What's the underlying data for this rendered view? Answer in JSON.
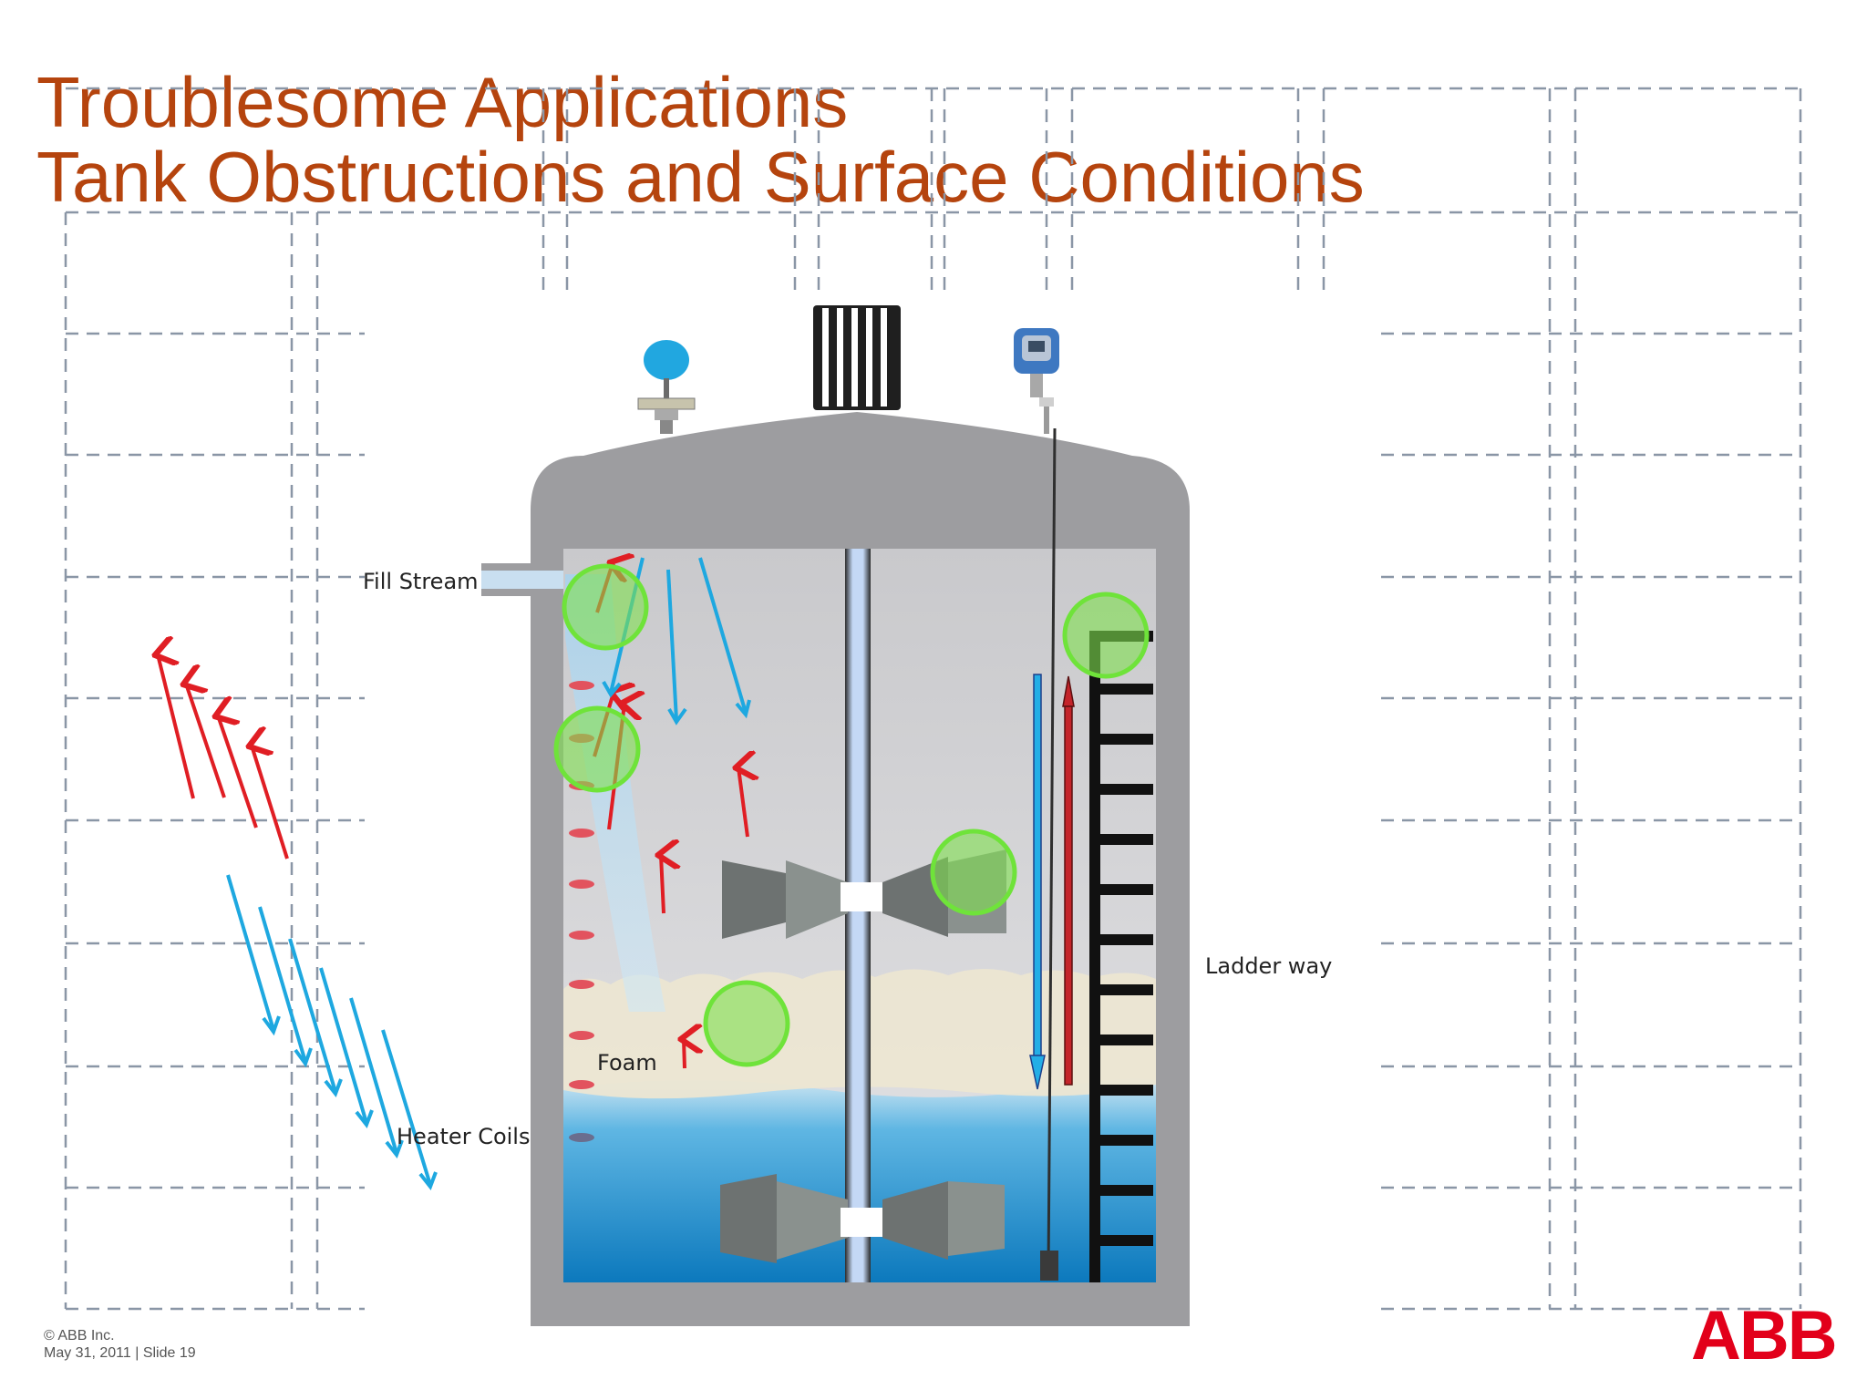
{
  "slide": {
    "title_line1": "Troublesome Applications",
    "title_line2": "Tank Obstructions and Surface Conditions",
    "footer_copyright": "© ABB Inc.",
    "footer_date_slide": "May 31, 2011 | Slide 19",
    "logo_text": "ABB"
  },
  "labels": {
    "fill_stream": "Fill Stream",
    "foam": "Foam",
    "heater_coils": "Heater Coils",
    "ladder_way": "Ladder way"
  },
  "colors": {
    "title": "#b5440e",
    "tank_gray": "#9d9da0",
    "liquid_blue": "#1a86c8",
    "arrow_red": "#e01e24",
    "arrow_blue": "#1ea8e0",
    "marker_green": "#6fe33a",
    "logo_red": "#e2001a"
  },
  "icons": [
    "pressure-gauge-icon",
    "radar-transmitter-icon",
    "agitator-motor-icon"
  ]
}
